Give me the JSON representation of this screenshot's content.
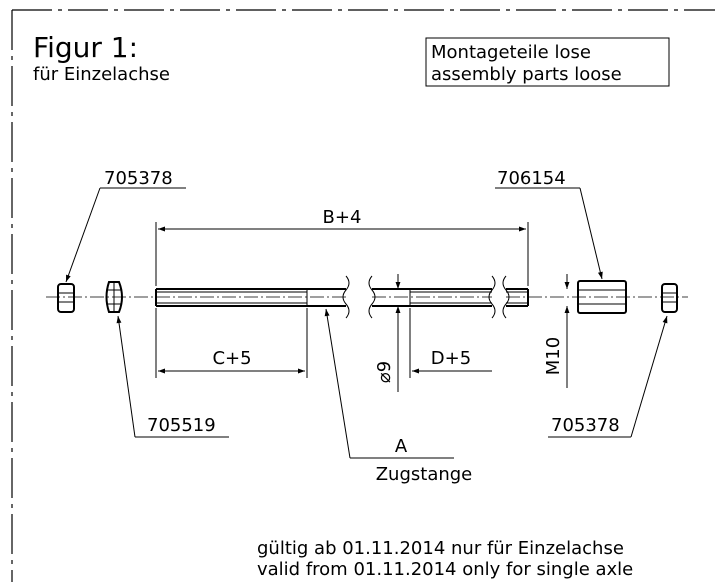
{
  "figure": {
    "title": "Figur 1:",
    "subtitle": "für Einzelachse"
  },
  "note_box": {
    "line1": "Montageteile lose",
    "line2": "assembly parts loose"
  },
  "parts": {
    "left_nut": "705378",
    "left_lock_nut": "705519",
    "coupling_nut": "706154",
    "right_nut": "705378"
  },
  "rod": {
    "letter": "A",
    "name": "Zugstange"
  },
  "dimensions": {
    "overall": "B+4",
    "left_thread": "C+5",
    "right_thread": "D+5",
    "diameter": "⌀9",
    "thread_size": "M10"
  },
  "validity": {
    "de": "gültig ab 01.11.2014 nur für Einzelachse",
    "en": "valid from 01.11.2014 only for single axle"
  }
}
